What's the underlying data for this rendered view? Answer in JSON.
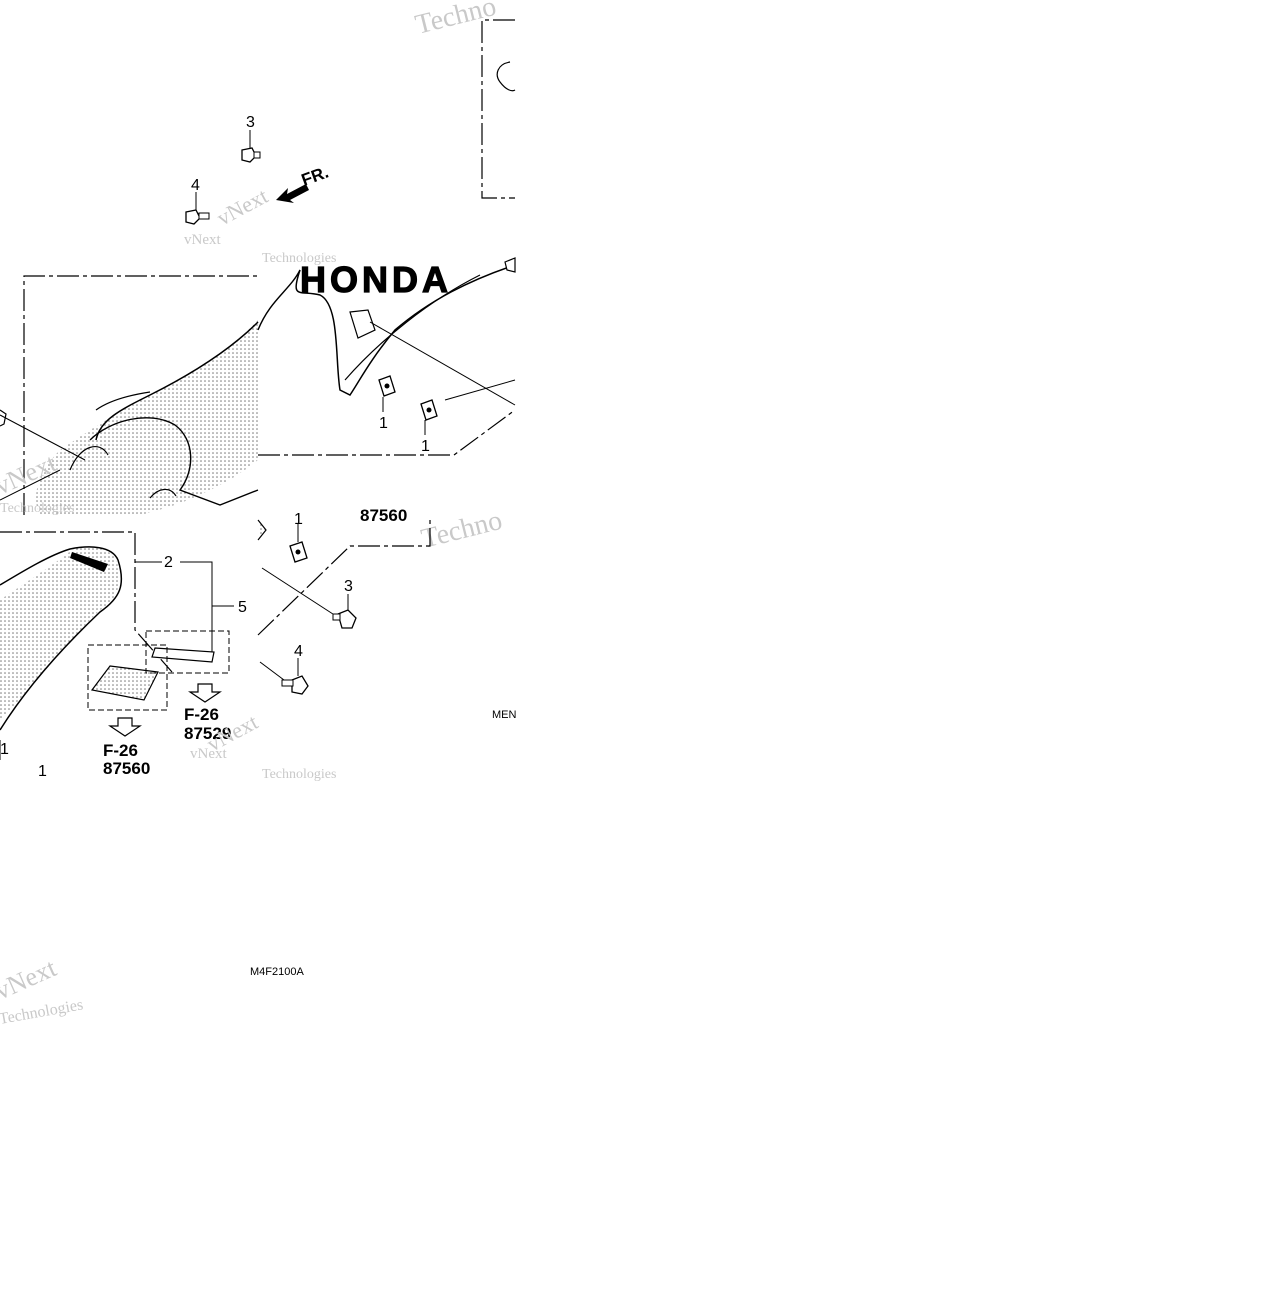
{
  "watermark": {
    "line1": "vNext",
    "line2": "Technologies",
    "short": "Techno"
  },
  "direction_label": "FR.",
  "brand_text": "HONDA",
  "callouts": {
    "n1": "1",
    "n2": "2",
    "n3": "3",
    "n4": "4",
    "n5": "5"
  },
  "references": {
    "f26": "F-26",
    "p87529": "87529",
    "p87560": "87560"
  },
  "codes": {
    "drawing": "M4F2100A",
    "partial": "MEN"
  }
}
